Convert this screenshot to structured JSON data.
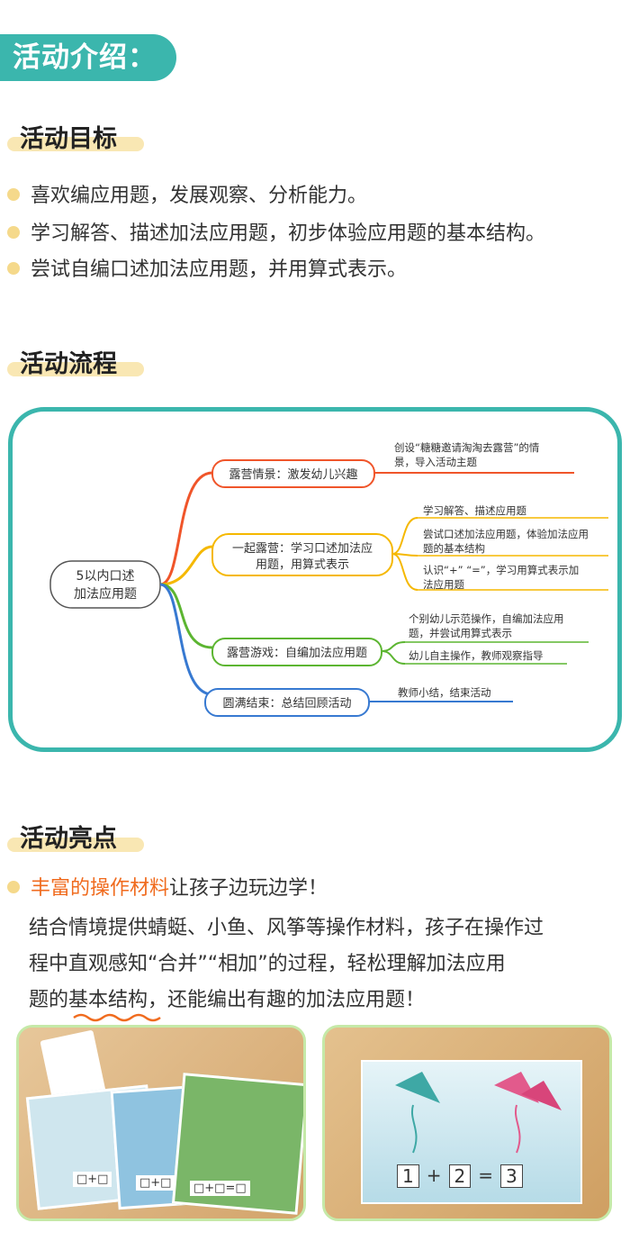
{
  "header": {
    "title": "活动介绍："
  },
  "goals": {
    "title": "活动目标",
    "items": [
      "喜欢编应用题，发展观察、分析能力。",
      "学习解答、描述加法应用题，初步体验应用题的基本结构。",
      "尝试自编口述加法应用题，并用算式表示。"
    ]
  },
  "flow": {
    "title": "活动流程",
    "root": "5以内口述\n加法应用题",
    "root_line1": "5以内口述",
    "root_line2": "加法应用题",
    "branches": [
      {
        "label": "露营情景：激发幼儿兴趣",
        "color": "#f0552a",
        "leaves": [
          "创设“糖糖邀请淘淘去露营”的情",
          "景，导入活动主题"
        ]
      },
      {
        "label1": "一起露营：学习口述加法应",
        "label2": "用题，用算式表示",
        "color": "#f5b800",
        "leaves": [
          "学习解答、描述应用题",
          "尝试口述加法应用题，体验加法应用",
          "题的基本结构",
          "认识“+” “=”，学习用算式表示加",
          "法应用题"
        ]
      },
      {
        "label": "露营游戏：自编加法应用题",
        "color": "#5cb531",
        "leaves": [
          "个别幼儿示范操作，自编加法应用",
          "题，并尝试用算式表示",
          "幼儿自主操作，教师观察指导"
        ]
      },
      {
        "label": "圆满结束：总结回顾活动",
        "color": "#3779d1",
        "leaves": [
          "教师小结，结束活动"
        ]
      }
    ]
  },
  "highlights": {
    "title": "活动亮点",
    "lead_orange": "丰富的操作材料",
    "lead_rest": "让孩子边玩边学！",
    "line2": "结合情境提供蜻蜓、小鱼、风筝等操作材料，孩子在操作过",
    "line3": "程中直观感知“合并”“相加”的过程，轻松理解加法应用",
    "line4_a": "题的",
    "line4_underline": "基本结构",
    "line4_b": "，还能编出有趣的加法应用题！"
  },
  "photos": {
    "left_cards": [
      "□+□",
      "□+□",
      "□+□=□"
    ],
    "right_equation": [
      "1",
      "+",
      "2",
      "=",
      "3"
    ]
  },
  "colors": {
    "teal": "#3bb6ad",
    "orange": "#f06b1e",
    "yellow_under": "#f9e7b3",
    "photo_border": "#c5e9a8"
  }
}
